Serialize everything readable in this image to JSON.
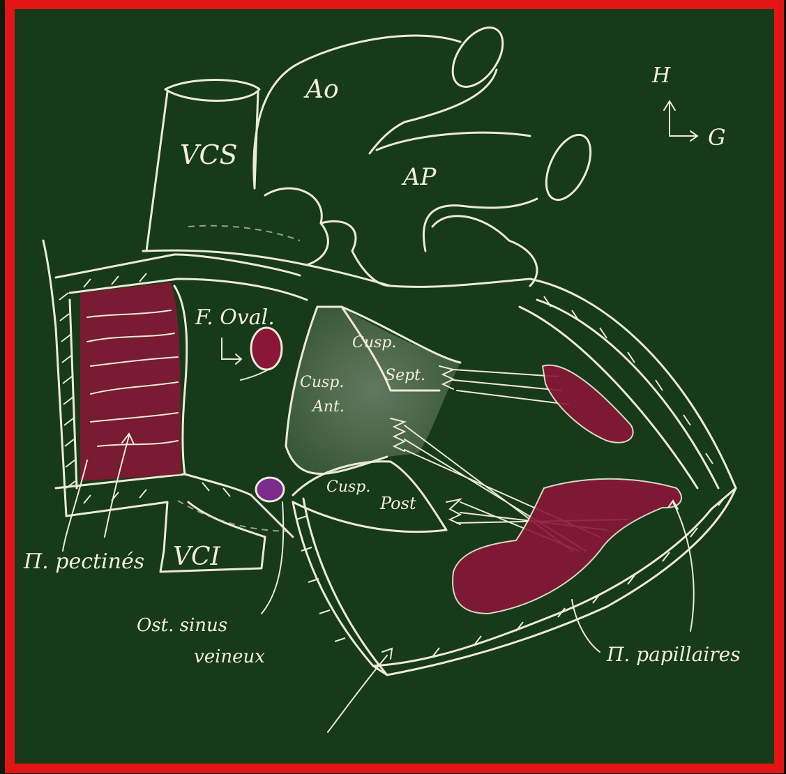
{
  "colors": {
    "board": "#163a1a",
    "frame": "#e21414",
    "chalk": "#ecead6",
    "muscle": "#8a1638",
    "ostium": "#7b2c8c",
    "valve_shade": "#4f6a4e"
  },
  "labels": {
    "ao": "Ao",
    "ap": "AP",
    "vcs": "VCS",
    "vci": "VCI",
    "f_oval": "F. Oval.",
    "cusp_sept_1": "Cusp.",
    "cusp_sept_2": "Sept.",
    "cusp_ant_1": "Cusp.",
    "cusp_ant_2": "Ant.",
    "cusp_post_1": "Cusp.",
    "cusp_post_2": "Post",
    "m_pectines": "П. pectinés",
    "ost_sinus_1": "Ost. sinus",
    "ost_sinus_2": "veineux",
    "m_papillaires": "П. papillaires",
    "orient_h": "H",
    "orient_g": "G"
  }
}
